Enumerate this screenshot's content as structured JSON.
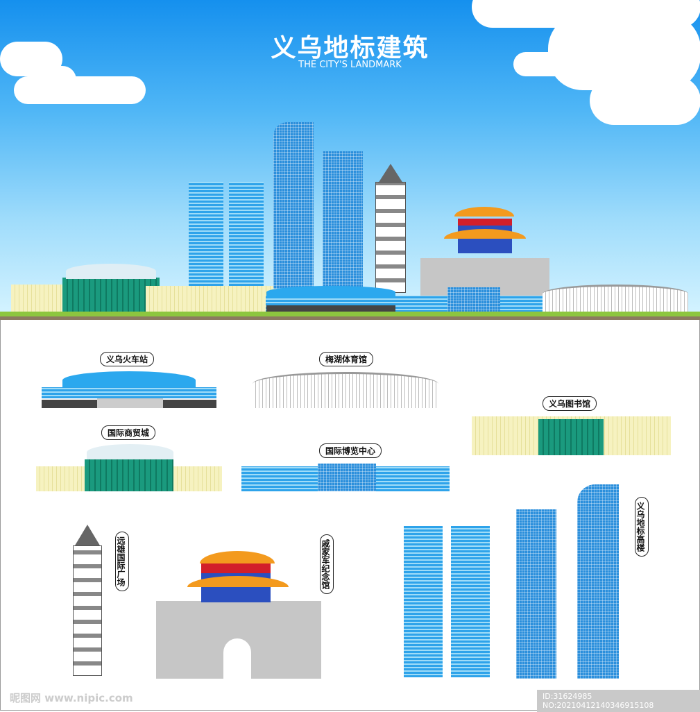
{
  "header": {
    "title": "义乌地标建筑",
    "subtitle": "THE CITY'S LANDMARK"
  },
  "labels": {
    "train_station": "义乌火车站",
    "meihu_stadium": "梅湖体育馆",
    "library": "义乌图书馆",
    "trade_city": "国际商贸城",
    "expo_center": "国际博览中心",
    "yuanxiong_plaza": "远雄国际广场",
    "qijiajun_memorial": "戚家军纪念馆",
    "landmark_towers": "义乌地标高楼"
  },
  "colors": {
    "sky_top": "#1590ee",
    "sky_bottom": "#d4f3ff",
    "glass_blue": "#2ea3ea",
    "roof_orange": "#f39a1e",
    "ground_green": "#8dc63f"
  },
  "watermark": {
    "site": "昵图网 www.nipic.com",
    "id": "ID:31624985 NO:20210412140346915108"
  }
}
